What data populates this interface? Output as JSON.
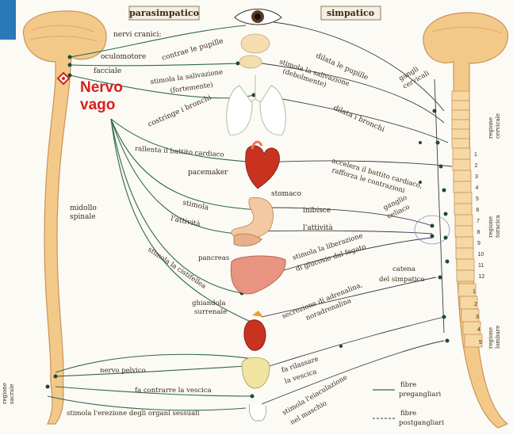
{
  "colors": {
    "accent_square": "#2a78b8",
    "spine": "#f3c98a",
    "spine_stroke": "#c89456",
    "red_highlight": "#d8201c",
    "nerve_green": "#2f6a4a",
    "nerve_dark": "#3a3a4a"
  },
  "headers": {
    "left": "parasimpatico",
    "right": "simpatico"
  },
  "vagus_label": {
    "line1": "Nervo",
    "line2": "vago"
  },
  "left_labels": {
    "nervi_cranici": "nervi cranici:",
    "oculomotore": "oculomotore",
    "facciale": "facciale",
    "midollo_1": "midollo",
    "midollo_2": "spinale",
    "regione_sacrale_1": "regione",
    "regione_sacrale_2": "sacrale"
  },
  "para_actions": {
    "contrae_pupille": "contrae le pupille",
    "saliv_1": "stimola la salivazione",
    "saliv_2": "(fortemente)",
    "bronchi": "costringe i bronchi",
    "cardiaco": "rallenta il battito cardiaco",
    "pacemaker": "pacemaker",
    "stomaco": "stomaco",
    "stimola": "stimola",
    "attivita": "l'attività",
    "pancreas": "pancreas",
    "cistifellea": "stimola la cistifellea",
    "ghiandola_1": "ghiandola",
    "ghiandola_2": "surrenale",
    "nervo_pelvico": "nervo pelvico",
    "vescica": "fa contrarre la vescica",
    "sessuali": "stimola l'erezione degli organi sessuali"
  },
  "symp_actions": {
    "dilata_pupille": "dilata le pupille",
    "saliv_1": "stimola la salivazione",
    "saliv_2": "(debolmente)",
    "dilata_bronchi": "dilata i bronchi",
    "accelera_1": "accelera il battito cardiaco,",
    "accelera_2": "rafforza le contrazioni",
    "inibisce": "inibisce",
    "attivita": "l'attività",
    "glucosio_1": "stimola la liberazione",
    "glucosio_2": "di glucosio dal fegato",
    "adrenalina_1": "secrezione di adrenalina,",
    "adrenalina_2": "noradrenalina",
    "rilassare_1": "fa rilassare",
    "rilassare_2": "la vescica",
    "eiaculazione_1": "stimola l'eiaculazione",
    "eiaculazione_2": "nel maschio"
  },
  "right_labels": {
    "gangli_1": "gangli",
    "gangli_2": "cervicali",
    "celiaco_1": "ganglio",
    "celiaco_2": "celiaco",
    "catena_1": "catena",
    "catena_2": "del simpatico",
    "reg_cervicale_1": "regione",
    "reg_cervicale_2": "cervicale",
    "reg_toracica_1": "regione",
    "reg_toracica_2": "toracica",
    "reg_lombare_1": "regione",
    "reg_lombare_2": "lombare",
    "fibre_pre_1": "fibre",
    "fibre_pre_2": "pregangliari",
    "fibre_post_1": "fibre",
    "fibre_post_2": "postgangliari"
  },
  "vertebra_numbers": [
    "1",
    "2",
    "3",
    "4",
    "5",
    "6",
    "7",
    "8",
    "9",
    "10",
    "11",
    "12"
  ],
  "lumbar_numbers": [
    "1",
    "2",
    "3",
    "4",
    "5"
  ]
}
